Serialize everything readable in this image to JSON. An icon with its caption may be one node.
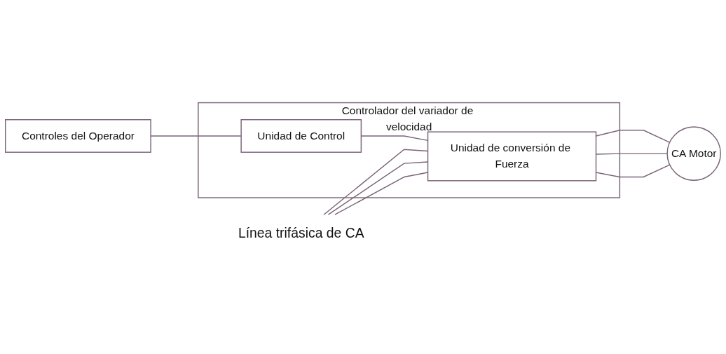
{
  "diagram": {
    "nodes": [
      {
        "text": [
          "Línea trifásica de CA"
        ]
      },
      {
        "text": [
          "Controlador del variador de velocidad"
        ]
      },
      {
        "text": [
          "Unidad de Control"
        ],
        "in": 1
      },
      {
        "text": [
          "Unidad de conversión de Fuerza"
        ],
        "in": 1
      },
      {
        "text": [
          "Controles del Operador"
        ]
      },
      {
        "text": [
          "CA Motor"
        ]
      }
    ],
    "edges": [
      {
        "from": 4,
        "to": 2,
        "arrow": "none"
      },
      {
        "from": 2,
        "to": 3,
        "arrow": "none"
      },
      {
        "from": 0,
        "to": 3,
        "arrow": "none"
      },
      {
        "from": 0,
        "to": 3,
        "arrow": "none"
      },
      {
        "from": 0,
        "to": 3,
        "arrow": "none"
      },
      {
        "from": 3,
        "to": 5,
        "arrow": "none"
      },
      {
        "from": 3,
        "to": 5,
        "arrow": "none"
      },
      {
        "from": 3,
        "to": 5,
        "arrow": "none"
      }
    ]
  }
}
